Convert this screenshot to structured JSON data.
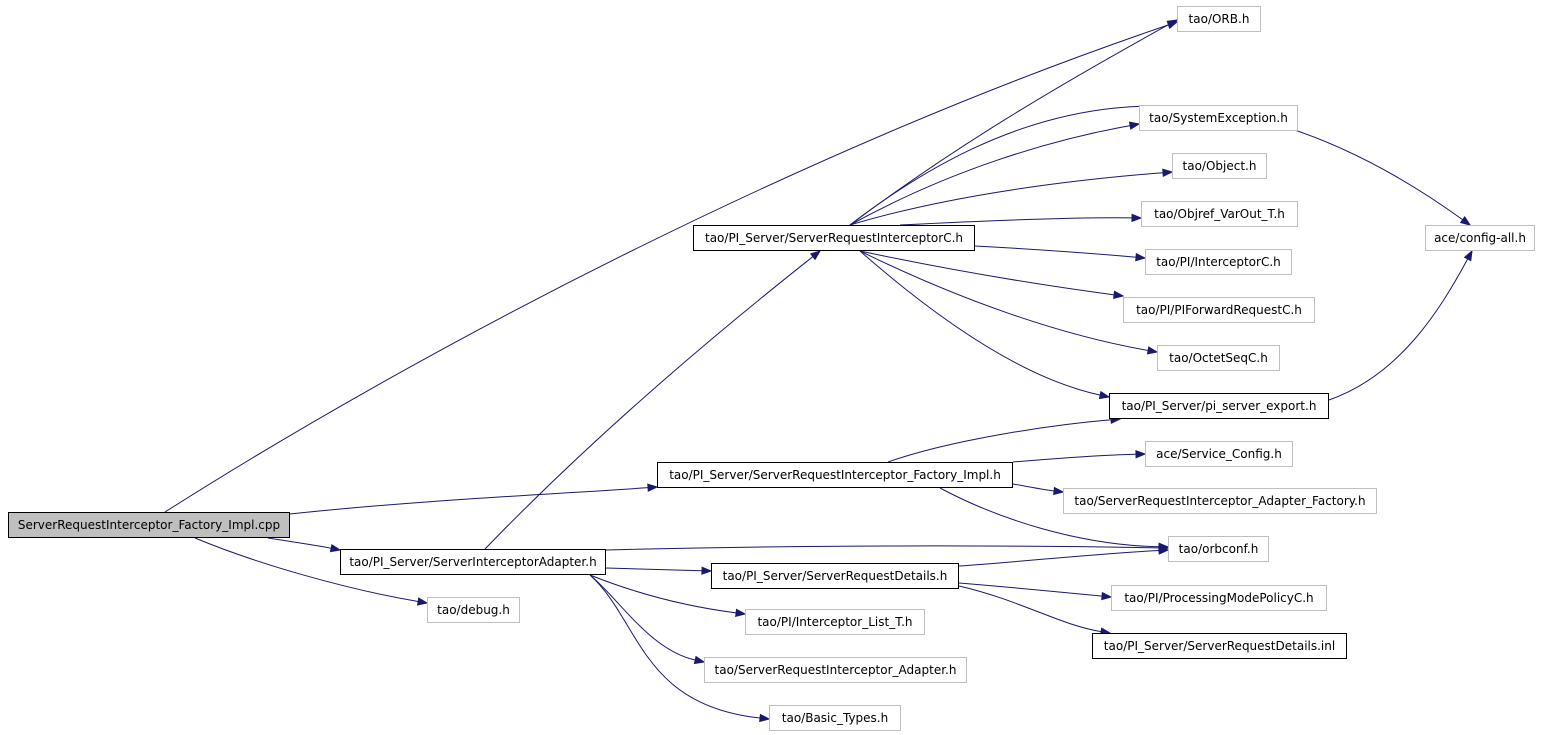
{
  "graph": {
    "edge_color": "#191970",
    "root_fill": "#bfbfbf",
    "external_border": "#bfbfbf",
    "nodes": {
      "root": {
        "label": "ServerRequestInterceptor_Factory_Impl.cpp",
        "kind": "root"
      },
      "factory_impl_h": {
        "label": "tao/PI_Server/ServerRequestInterceptor_Factory_Impl.h",
        "kind": "documented"
      },
      "interceptor_adapter_h": {
        "label": "tao/PI_Server/ServerInterceptorAdapter.h",
        "kind": "documented"
      },
      "interceptorc_h": {
        "label": "tao/PI_Server/ServerRequestInterceptorC.h",
        "kind": "documented"
      },
      "pi_server_export_h": {
        "label": "tao/PI_Server/pi_server_export.h",
        "kind": "documented"
      },
      "request_details_h": {
        "label": "tao/PI_Server/ServerRequestDetails.h",
        "kind": "documented"
      },
      "request_details_inl": {
        "label": "tao/PI_Server/ServerRequestDetails.inl",
        "kind": "documented"
      },
      "orb_h": {
        "label": "tao/ORB.h",
        "kind": "external"
      },
      "config_all_h": {
        "label": "ace/config-all.h",
        "kind": "external"
      },
      "system_exception_h": {
        "label": "tao/SystemException.h",
        "kind": "external"
      },
      "object_h": {
        "label": "tao/Object.h",
        "kind": "external"
      },
      "objref_varout_h": {
        "label": "tao/Objref_VarOut_T.h",
        "kind": "external"
      },
      "pi_interceptorc_h": {
        "label": "tao/PI/InterceptorC.h",
        "kind": "external"
      },
      "piforwardrequestc_h": {
        "label": "tao/PI/PIForwardRequestC.h",
        "kind": "external"
      },
      "octetseqc_h": {
        "label": "tao/OctetSeqC.h",
        "kind": "external"
      },
      "service_config_h": {
        "label": "ace/Service_Config.h",
        "kind": "external"
      },
      "adapter_factory_h": {
        "label": "tao/ServerRequestInterceptor_Adapter_Factory.h",
        "kind": "external"
      },
      "orbconf_h": {
        "label": "tao/orbconf.h",
        "kind": "external"
      },
      "processing_mode_h": {
        "label": "tao/PI/ProcessingModePolicyC.h",
        "kind": "external"
      },
      "debug_h": {
        "label": "tao/debug.h",
        "kind": "external"
      },
      "interceptor_list_h": {
        "label": "tao/PI/Interceptor_List_T.h",
        "kind": "external"
      },
      "sri_adapter_h": {
        "label": "tao/ServerRequestInterceptor_Adapter.h",
        "kind": "external"
      },
      "basic_types_h": {
        "label": "tao/Basic_Types.h",
        "kind": "external"
      }
    },
    "edges": [
      [
        "root",
        "orb_h"
      ],
      [
        "root",
        "factory_impl_h"
      ],
      [
        "root",
        "interceptor_adapter_h"
      ],
      [
        "root",
        "debug_h"
      ],
      [
        "interceptorc_h",
        "orb_h"
      ],
      [
        "interceptorc_h",
        "config_all_h"
      ],
      [
        "interceptorc_h",
        "system_exception_h"
      ],
      [
        "interceptorc_h",
        "object_h"
      ],
      [
        "interceptorc_h",
        "objref_varout_h"
      ],
      [
        "interceptorc_h",
        "pi_interceptorc_h"
      ],
      [
        "interceptorc_h",
        "piforwardrequestc_h"
      ],
      [
        "interceptorc_h",
        "octetseqc_h"
      ],
      [
        "interceptorc_h",
        "pi_server_export_h"
      ],
      [
        "pi_server_export_h",
        "config_all_h"
      ],
      [
        "factory_impl_h",
        "pi_server_export_h"
      ],
      [
        "factory_impl_h",
        "service_config_h"
      ],
      [
        "factory_impl_h",
        "adapter_factory_h"
      ],
      [
        "factory_impl_h",
        "orbconf_h"
      ],
      [
        "interceptor_adapter_h",
        "interceptorc_h"
      ],
      [
        "interceptor_adapter_h",
        "orbconf_h"
      ],
      [
        "interceptor_adapter_h",
        "request_details_h"
      ],
      [
        "interceptor_adapter_h",
        "interceptor_list_h"
      ],
      [
        "interceptor_adapter_h",
        "sri_adapter_h"
      ],
      [
        "interceptor_adapter_h",
        "basic_types_h"
      ],
      [
        "request_details_h",
        "orbconf_h"
      ],
      [
        "request_details_h",
        "processing_mode_h"
      ],
      [
        "request_details_h",
        "request_details_inl"
      ]
    ]
  }
}
